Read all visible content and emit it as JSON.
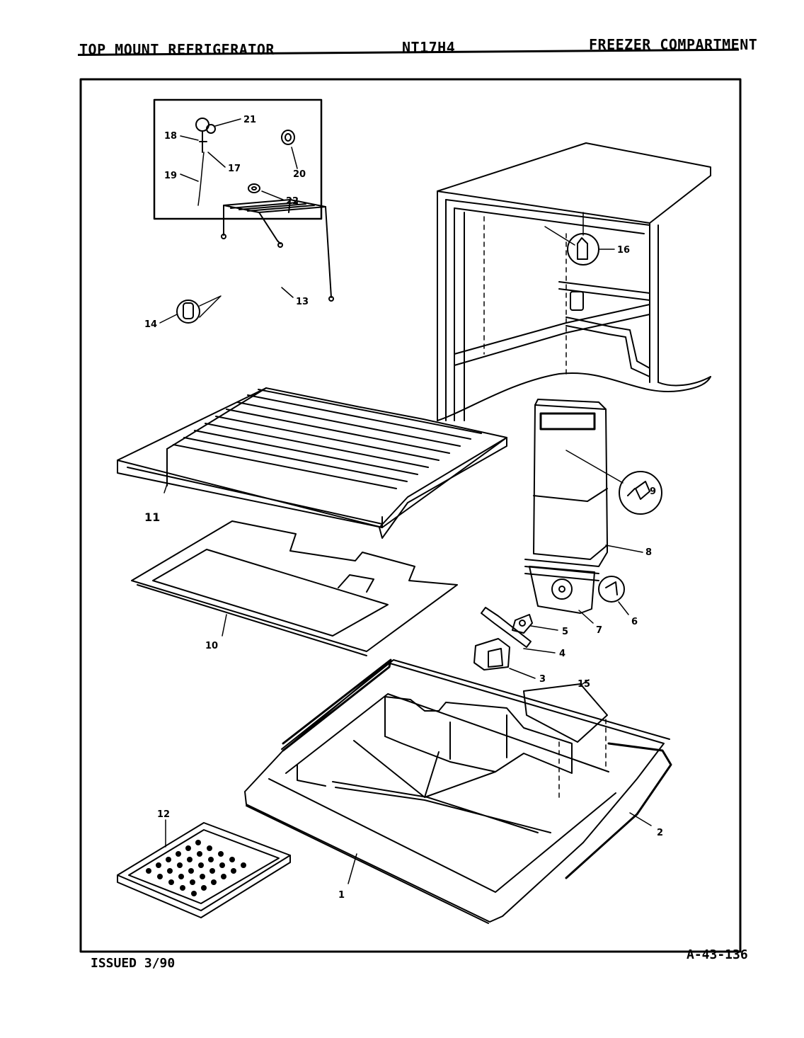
{
  "header": {
    "left": "TOP MOUNT REFRIGERATOR",
    "center": "NT17H4",
    "right": "FREEZER COMPARTMENT"
  },
  "footer": {
    "issued": "ISSUED 3/90",
    "code": "A-43-136"
  },
  "callouts": {
    "c1": "1",
    "c2": "2",
    "c3": "3",
    "c4": "4",
    "c5": "5",
    "c6": "6",
    "c7": "7",
    "c8": "8",
    "c9": "9",
    "c10": "10",
    "c11": "11",
    "c12": "12",
    "c13": "13",
    "c14": "14",
    "c15": "15",
    "c16": "16",
    "c17": "17",
    "c18": "18",
    "c19": "19",
    "c20": "20",
    "c21": "21",
    "c22": "22"
  }
}
